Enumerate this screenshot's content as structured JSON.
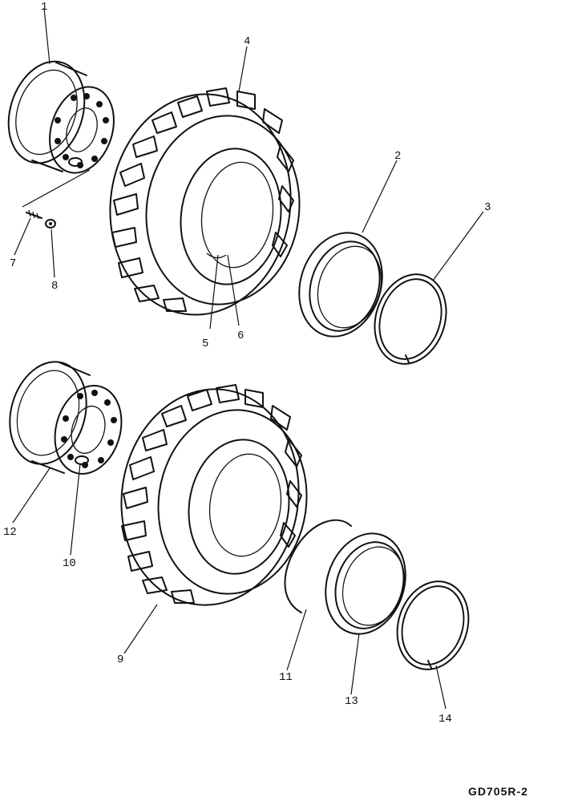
{
  "drawing_code": "GD705R-2",
  "callouts": {
    "c1": "1",
    "c2": "2",
    "c3": "3",
    "c4": "4",
    "c5": "5",
    "c6": "6",
    "c7": "7",
    "c8": "8",
    "c9": "9",
    "c10": "10",
    "c11": "11",
    "c12": "12",
    "c13": "13",
    "c14": "14"
  }
}
